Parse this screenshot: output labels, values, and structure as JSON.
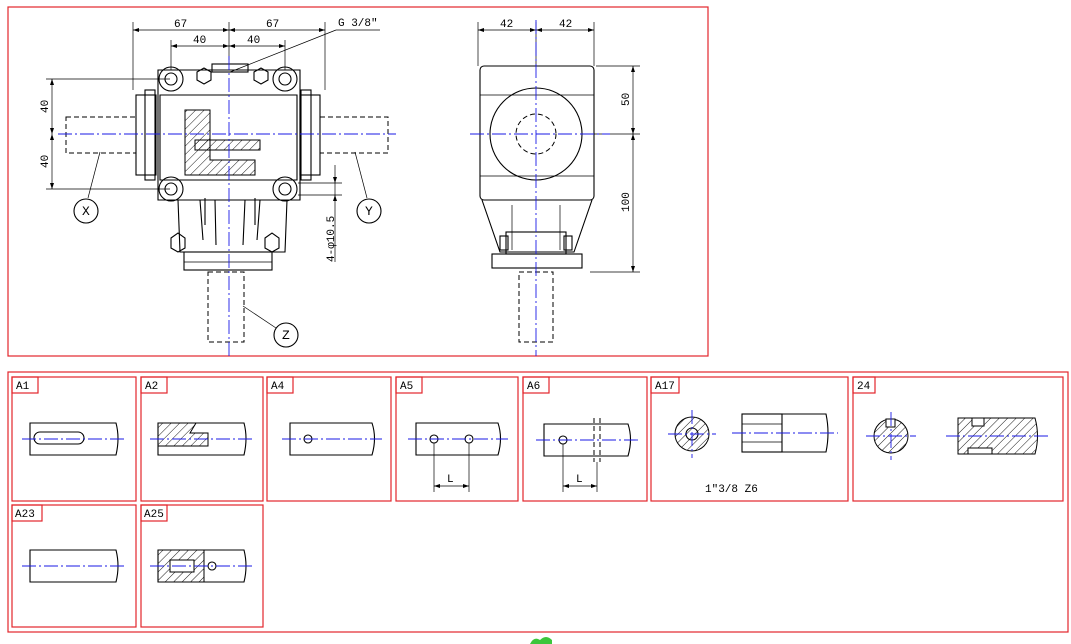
{
  "drawing": {
    "front_view": {
      "dim_top_left": "67",
      "dim_top_right": "67",
      "dim_inner_left": "40",
      "dim_inner_right": "40",
      "thread_note": "G 3/8\"",
      "dim_left_upper": "40",
      "dim_left_lower": "40",
      "hole_note": "4-φ10.5",
      "shaft_x": "X",
      "shaft_y": "Y",
      "shaft_z": "Z"
    },
    "side_view": {
      "dim_top_left": "42",
      "dim_top_right": "42",
      "dim_right_upper": "50",
      "dim_right_lower": "100"
    }
  },
  "shaft_options": [
    {
      "code": "A1"
    },
    {
      "code": "A2"
    },
    {
      "code": "A4"
    },
    {
      "code": "A5",
      "dim": "L"
    },
    {
      "code": "A6",
      "dim": "L"
    },
    {
      "code": "A17",
      "note": "1\"3/8 Z6"
    },
    {
      "code": "24"
    },
    {
      "code": "A23"
    },
    {
      "code": "A25"
    }
  ],
  "colors": {
    "frame": "#e3262b",
    "centerline": "#1a1ae6",
    "logo": "#3cc63c"
  }
}
